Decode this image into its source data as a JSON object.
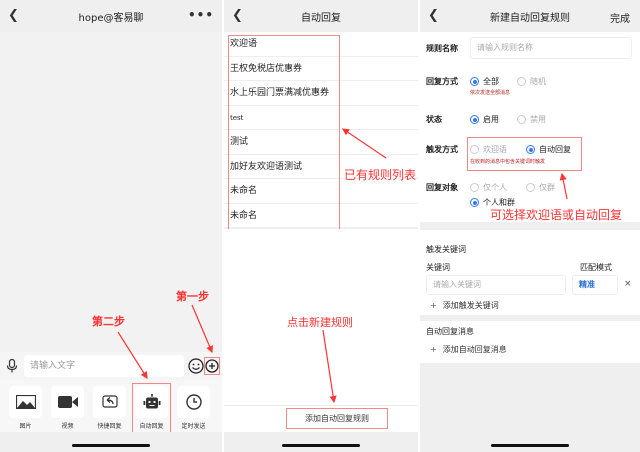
{
  "panel1": {
    "title": "hope@客易聊",
    "back_icon": "chevron-left-icon",
    "more_icon": "more-dots-icon",
    "more_label": "•••",
    "input_placeholder": "请输入文字",
    "tools": [
      {
        "label": "图片",
        "icon": "image-icon"
      },
      {
        "label": "视频",
        "icon": "video-icon"
      },
      {
        "label": "快捷回复",
        "icon": "quick-reply-icon"
      },
      {
        "label": "自动回复",
        "icon": "robot-icon"
      },
      {
        "label": "定时发送",
        "icon": "clock-icon"
      }
    ]
  },
  "panel2": {
    "title": "自动回复",
    "rules": [
      "欢迎语",
      "王权免税店优惠券",
      "水上乐园门票满减优惠券",
      "test",
      "测试",
      "加好友欢迎语测试",
      "未命名",
      "未命名"
    ],
    "add_button": "添加自动回复规则"
  },
  "panel3": {
    "title": "新建自动回复规则",
    "done": "完成",
    "rule_name_label": "规则名称",
    "rule_name_placeholder": "请输入规则名称",
    "reply_mode_label": "回复方式",
    "reply_mode_options": [
      "全部",
      "随机"
    ],
    "reply_mode_selected": "全部",
    "reply_mode_hint": "依次发送全部消息",
    "status_label": "状态",
    "status_options": [
      "启用",
      "禁用"
    ],
    "status_selected": "启用",
    "trigger_label": "触发方式",
    "trigger_options": [
      "欢迎语",
      "自动回复"
    ],
    "trigger_selected": "自动回复",
    "trigger_hint": "在收到的消息中包含关键词时触发",
    "target_label": "回复对象",
    "target_options": [
      "仅个人",
      "仅群",
      "个人和群"
    ],
    "target_selected": "个人和群",
    "keyword_section_title": "触发关键词",
    "keyword_label": "关键词",
    "match_label": "匹配模式",
    "keyword_placeholder": "请输入关键词",
    "match_value": "精准",
    "delete_label": "×",
    "add_keyword": "添加触发关键词",
    "message_section_title": "自动回复消息",
    "add_message": "添加自动回复消息",
    "plus": "+"
  },
  "annotations": {
    "step1": "第一步",
    "step2": "第二步",
    "existing_rules": "已有规则列表",
    "click_new_rule": "点击新建规则",
    "choose_trigger": "可选择欢迎语或自动回复",
    "color": "#ff3333"
  }
}
